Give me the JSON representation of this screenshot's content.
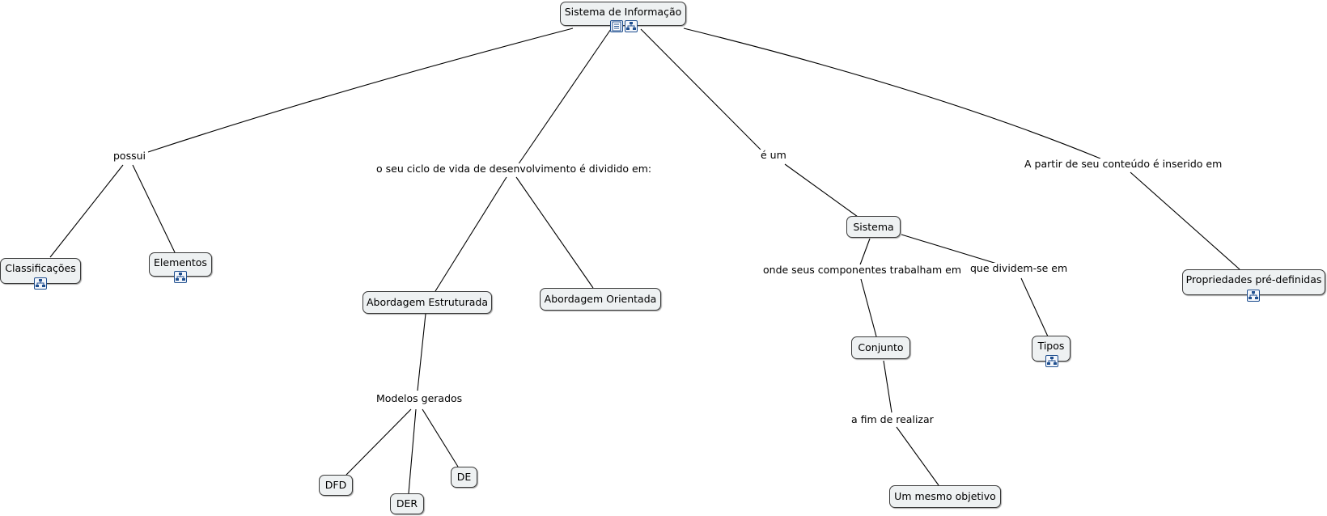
{
  "concepts": {
    "root": "Sistema de Informação",
    "classificacoes": "Classificações",
    "elementos": "Elementos",
    "abordagem_estruturada": "Abordagem Estruturada",
    "abordagem_orientada": "Abordagem Orientada",
    "dfd": "DFD",
    "der": "DER",
    "de": "DE",
    "sistema": "Sistema",
    "conjunto": "Conjunto",
    "objetivo": "Um mesmo objetivo",
    "tipos": "Tipos",
    "propriedades": "Propriedades pré-definidas"
  },
  "linking_phrases": {
    "possui": "possui",
    "ciclo": "o seu ciclo de vida de desenvolvimento é dividido em:",
    "e_um": "é um",
    "a_partir": "A partir de seu conteúdo é inserido em",
    "modelos": "Modelos gerados",
    "componentes": "onde seus componentes trabalham em",
    "dividem": "que dividem-se em",
    "fim": "a fim de realizar"
  },
  "icons": {
    "resource": "resource-list-icon",
    "submap": "concept-map-icon"
  }
}
